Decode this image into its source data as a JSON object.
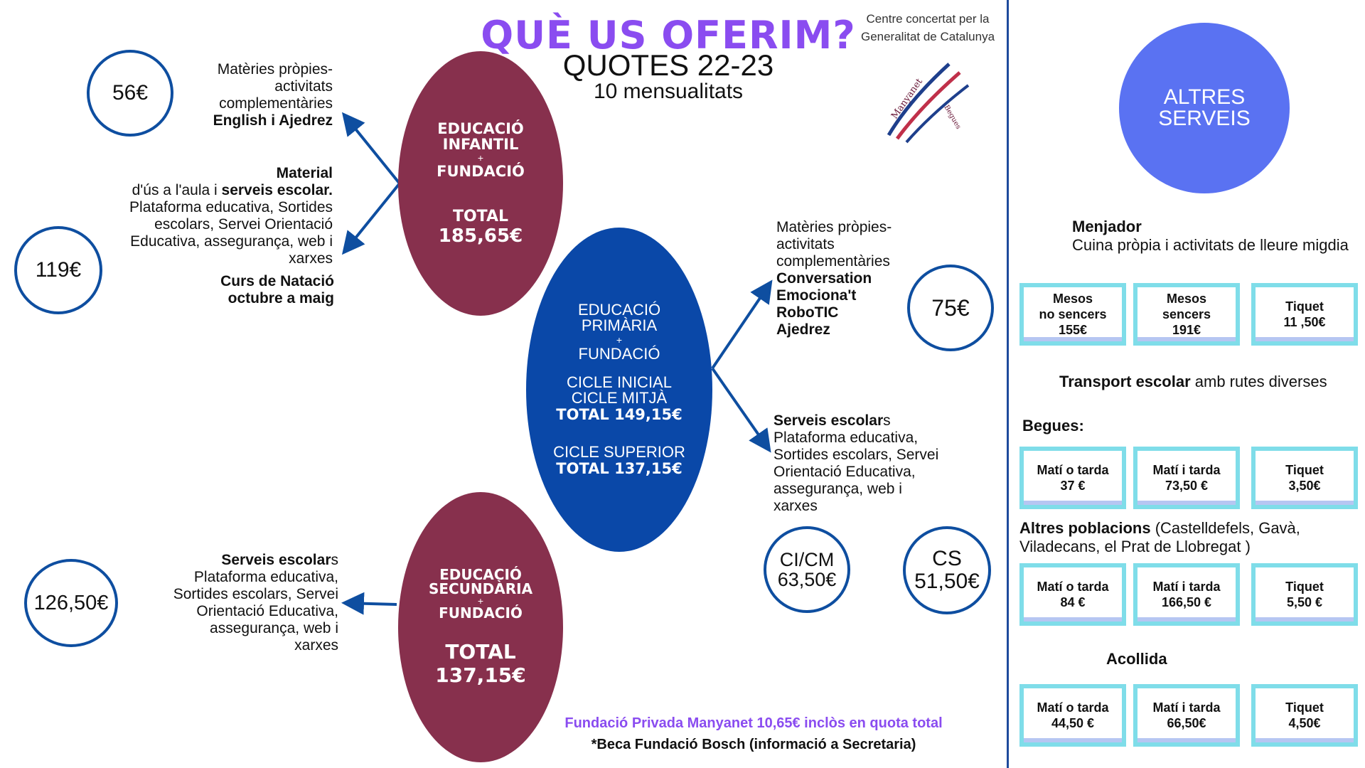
{
  "header": {
    "title": "QUÈ US OFERIM?",
    "subtitle": "QUOTES 22-23",
    "subtitle2": "10 mensualitats",
    "concert_line1": "Centre concertat per la",
    "concert_line2": "Generalitat de Catalunya",
    "logo_text1": "Manyanet",
    "logo_text2": "Begues"
  },
  "infantil": {
    "line1": "EDUCACIÓ",
    "line2": "INFANTIL",
    "plus": "+",
    "line3": "FUNDACIÓ",
    "total_label": "TOTAL",
    "total": "185,65€"
  },
  "primaria": {
    "line1": "EDUCACIÓ",
    "line2": "PRIMÀRIA",
    "plus": "+",
    "line3": "FUNDACIÓ",
    "cicle1": "CICLE INICIAL",
    "cicle2": "CICLE MITJÀ",
    "total1": "TOTAL 149,15€",
    "cicle3": "CICLE SUPERIOR",
    "total2": "TOTAL 137,15€"
  },
  "secundaria": {
    "line1": "EDUCACIÓ",
    "line2": "SECUNDÀRIA",
    "plus": "+",
    "line3": "FUNDACIÓ",
    "total_label": "TOTAL",
    "total": "137,15€"
  },
  "prices": {
    "p56": "56€",
    "p119": "119€",
    "p126": "126,50€",
    "p75": "75€",
    "cicm_label": "CI/CM",
    "cicm_price": "63,50€",
    "cs_label": "CS",
    "cs_price": "51,50€"
  },
  "desc_infant_1": {
    "l1": "Matèries pròpies-",
    "l2": "activitats",
    "l3": "complementàries",
    "l4": "English i Ajedrez"
  },
  "desc_infant_2": {
    "l1": "Material",
    "l2a": "d'ús a l'aula i ",
    "l2b": "serveis escolar.",
    "l3": "Plataforma educativa, Sortides",
    "l4": "escolars, Servei Orientació",
    "l5": "Educativa, assegurança, web i",
    "l6": "xarxes"
  },
  "desc_infant_3": {
    "l1": "Curs de Natació",
    "l2": "octubre a maig"
  },
  "desc_sec": {
    "l1a": "Serveis escolar",
    "l1b": "s",
    "l2": "Plataforma educativa,",
    "l3": "Sortides escolars, Servei",
    "l4": "Orientació Educativa,",
    "l5": "assegurança, web i",
    "l6": "xarxes"
  },
  "desc_prim_1": {
    "l1": "Matèries pròpies-",
    "l2": "activitats",
    "l3": "complementàries",
    "l4": "Conversation",
    "l5": "Emociona't",
    "l6": "RoboTIC",
    "l7": "Ajedrez"
  },
  "desc_prim_2": {
    "l1a": "Serveis escolar",
    "l1b": "s",
    "l2": "Plataforma educativa,",
    "l3": "Sortides escolars, Servei",
    "l4": "Orientació Educativa,",
    "l5": "assegurança, web i",
    "l6": "xarxes"
  },
  "footer": {
    "line1": "Fundació Privada Manyanet 10,65€ inclòs en quota total",
    "line2": "*Beca Fundació Bosch (informació a Secretaria)"
  },
  "altres": {
    "l1": "ALTRES",
    "l2": "SERVEIS"
  },
  "menjador": {
    "title": "Menjador",
    "desc": "Cuina pròpia  i activitats de lleure migdia",
    "boxes": [
      {
        "l1": "Mesos",
        "l2": "no sencers",
        "l3": "155€"
      },
      {
        "l1": "Mesos",
        "l2": "sencers",
        "l3": "191€"
      },
      {
        "l1": "Tiquet",
        "l2": "11 ,50€",
        "l3": ""
      }
    ]
  },
  "transport": {
    "title": "Transport escolar",
    "desc": " amb rutes diverses",
    "begues_label": "Begues:",
    "begues_boxes": [
      {
        "l1": "Matí o tarda",
        "l2": "37 €"
      },
      {
        "l1": "Matí i tarda",
        "l2": "73,50 €"
      },
      {
        "l1": "Tiquet",
        "l2": "3,50€"
      }
    ],
    "altres_label": "Altres poblacions",
    "altres_desc": " (Castelldefels, Gavà, Viladecans, el Prat de Llobregat )",
    "altres_boxes": [
      {
        "l1": "Matí o tarda",
        "l2": "84 €"
      },
      {
        "l1": "Matí i tarda",
        "l2": "166,50 €"
      },
      {
        "l1": "Tiquet",
        "l2": "5,50 €"
      }
    ]
  },
  "acollida": {
    "title": "Acollida",
    "boxes": [
      {
        "l1": "Matí o tarda",
        "l2": "44,50 €"
      },
      {
        "l1": "Matí i tarda",
        "l2": "66,50€"
      },
      {
        "l1": "Tiquet",
        "l2": "4,50€"
      }
    ]
  },
  "colors": {
    "purple": "#8a4cf0",
    "maroon": "#87304d",
    "blue": "#0a48a8",
    "altres_blue": "#5a72f2",
    "box_cyan": "#7fdde9"
  }
}
